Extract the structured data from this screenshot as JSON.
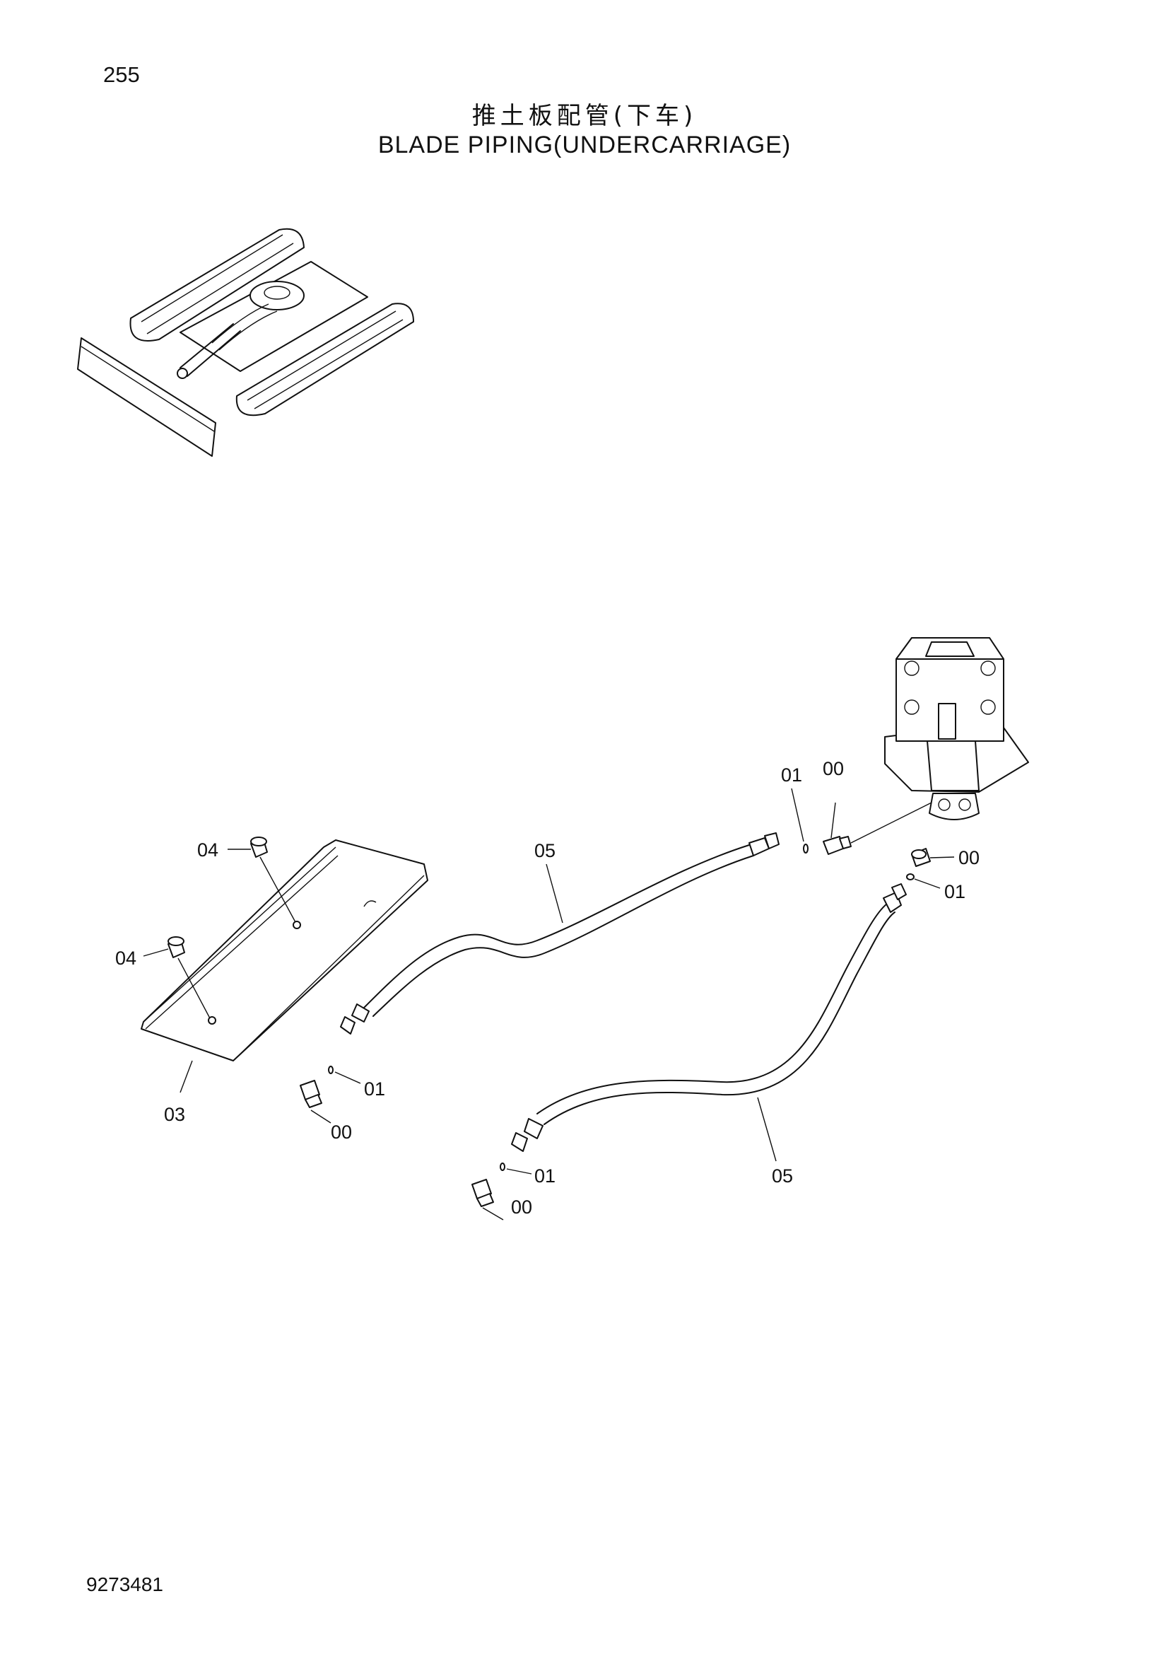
{
  "page": {
    "number": "255",
    "title_cn": "推土板配管(下车)",
    "title_en": "BLADE PIPING(UNDERCARRIAGE)",
    "doc_number": "9273481"
  },
  "callouts": {
    "c_01_top": "01",
    "c_00_top": "00",
    "c_05_top": "05",
    "c_00_right": "00",
    "c_01_right": "01",
    "c_04_upper": "04",
    "c_04_lower": "04",
    "c_03": "03",
    "c_01_mid": "01",
    "c_00_mid": "00",
    "c_01_bottom": "01",
    "c_00_bottom": "00",
    "c_05_bottom": "05"
  }
}
